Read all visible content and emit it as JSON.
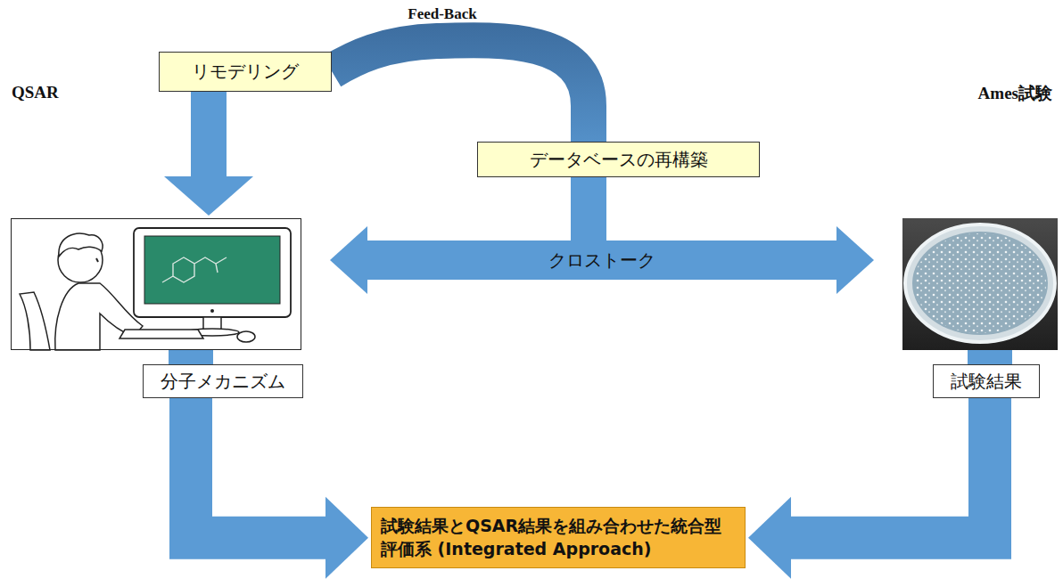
{
  "diagram": {
    "nodes": [
      {
        "text": [
          "QSAR"
        ]
      },
      {
        "text": [
          "Ames試験"
        ]
      },
      {
        "text": [
          "リモデリング"
        ]
      },
      {
        "text": [
          "データベースの再構築"
        ]
      },
      {
        "text": [
          "分子メカニズム"
        ]
      },
      {
        "text": [
          "試験結果"
        ]
      },
      {
        "text": [
          "試験結果とQSAR結果を組み合わせた統合型 評価系 (Integrated Approach)"
        ]
      }
    ],
    "edges": [
      {
        "from": 0,
        "to": 1,
        "label": "クロストーク",
        "arrow": "both"
      },
      {
        "from": 3,
        "to": 2,
        "label": "Feed-Back",
        "arrow": "none"
      },
      {
        "from": 2,
        "to": 0,
        "arrow": "to"
      },
      {
        "from": 0,
        "to": 4,
        "arrow": "none"
      },
      {
        "from": 4,
        "to": 6,
        "arrow": "to"
      },
      {
        "from": 1,
        "to": 5,
        "arrow": "none"
      },
      {
        "from": 5,
        "to": 6,
        "arrow": "to"
      }
    ]
  }
}
